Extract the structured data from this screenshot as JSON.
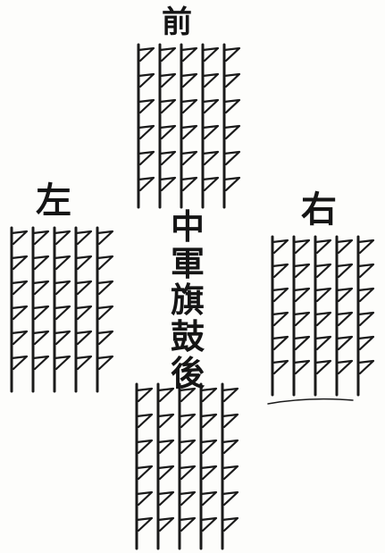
{
  "labels": {
    "front": "前",
    "left": "左",
    "right": "右"
  },
  "center": [
    "中",
    "軍",
    "旗",
    "鼓",
    "後"
  ],
  "formations": [
    {
      "name": "front",
      "poles": 5,
      "flags_per_pole": 6
    },
    {
      "name": "left",
      "poles": 5,
      "flags_per_pole": 6
    },
    {
      "name": "right",
      "poles": 5,
      "flags_per_pole": 6
    },
    {
      "name": "rear",
      "poles": 5,
      "flags_per_pole": 6
    }
  ],
  "colors": {
    "ink": "#1a1a1a",
    "paper": "#fdfdfb"
  }
}
